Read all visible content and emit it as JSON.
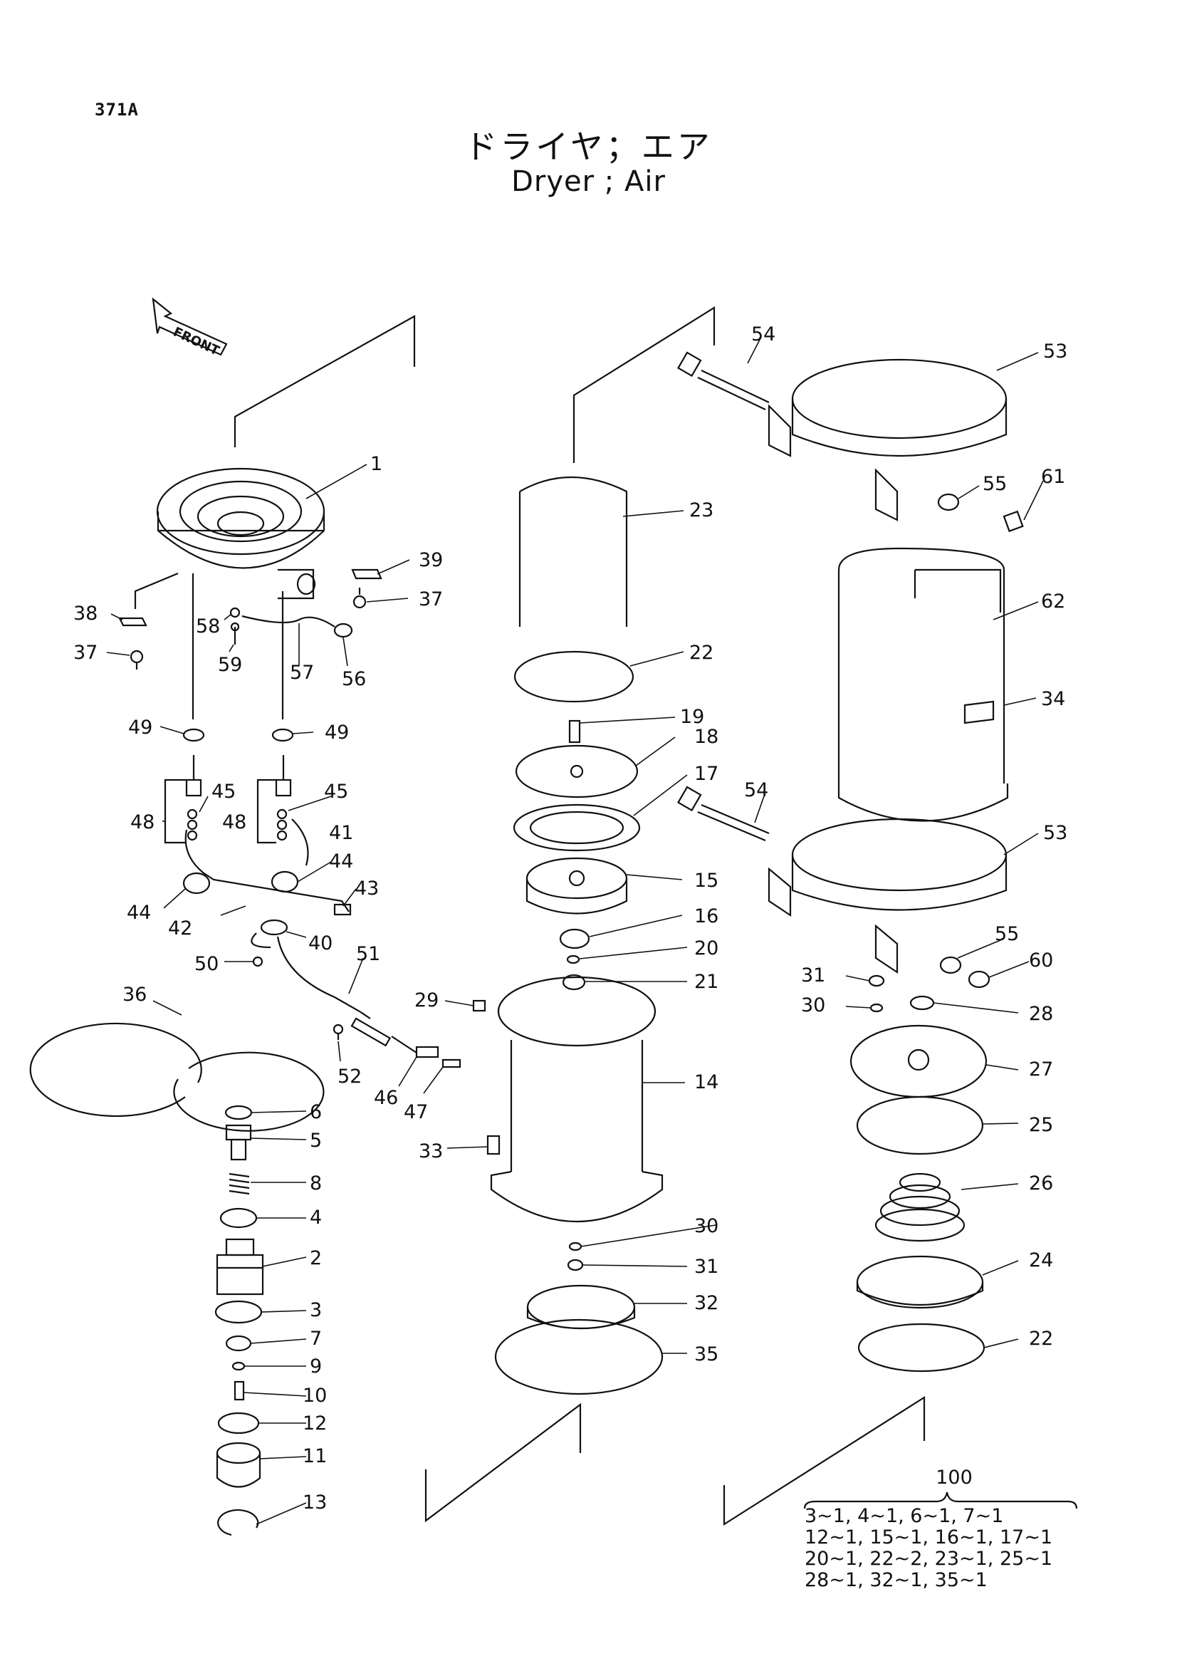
{
  "page_id": "371A",
  "title_jp": "ドライヤ；エア",
  "title_en": "Dryer ; Air",
  "front_label": "FRONT",
  "callouts": {
    "c1": "1",
    "c2": "2",
    "c3": "3",
    "c4": "4",
    "c5": "5",
    "c6": "6",
    "c7": "7",
    "c8": "8",
    "c9": "9",
    "c10": "10",
    "c11": "11",
    "c12": "12",
    "c13": "13",
    "c14": "14",
    "c15": "15",
    "c16": "16",
    "c17": "17",
    "c18": "18",
    "c19": "19",
    "c20": "20",
    "c21": "21",
    "c22a": "22",
    "c22b": "22",
    "c23": "23",
    "c24": "24",
    "c25": "25",
    "c26": "26",
    "c27": "27",
    "c28": "28",
    "c29": "29",
    "c30a": "30",
    "c30b": "30",
    "c31a": "31",
    "c31b": "31",
    "c32": "32",
    "c33": "33",
    "c34": "34",
    "c35": "35",
    "c36": "36",
    "c37a": "37",
    "c37b": "37",
    "c38": "38",
    "c39": "39",
    "c40": "40",
    "c41": "41",
    "c42": "42",
    "c43": "43",
    "c44a": "44",
    "c44b": "44",
    "c45a": "45",
    "c45b": "45",
    "c46": "46",
    "c47": "47",
    "c48a": "48",
    "c48b": "48",
    "c49a": "49",
    "c49b": "49",
    "c50": "50",
    "c51": "51",
    "c52": "52",
    "c53a": "53",
    "c53b": "53",
    "c54a": "54",
    "c54b": "54",
    "c55a": "55",
    "c55b": "55",
    "c56": "56",
    "c57": "57",
    "c58": "58",
    "c59": "59",
    "c60": "60",
    "c61": "61",
    "c62": "62"
  },
  "kit": {
    "number": "100",
    "lines": [
      "3~1,  4~1,  6~1,  7~1",
      "12~1, 15~1, 16~1, 17~1",
      "20~1, 22~2, 23~1, 25~1",
      "28~1, 32~1, 35~1"
    ]
  }
}
